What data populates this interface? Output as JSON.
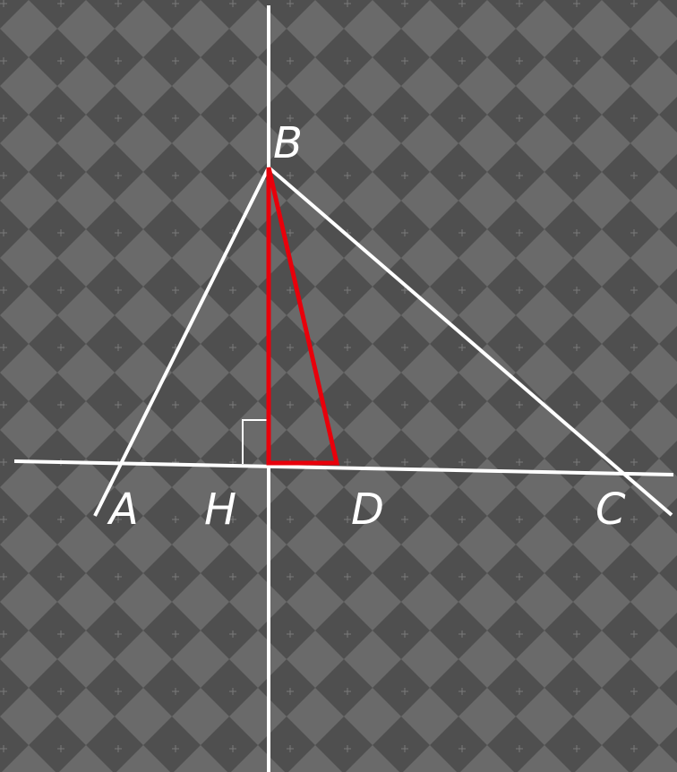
{
  "diagram": {
    "points": {
      "A": "A",
      "B": "B",
      "C": "C",
      "D": "D",
      "H": "H"
    },
    "colors": {
      "background_dark": "#4f4f4f",
      "background_tile": "#6a6a6a",
      "lines": "#ffffff",
      "highlight": "#e8000b"
    }
  }
}
